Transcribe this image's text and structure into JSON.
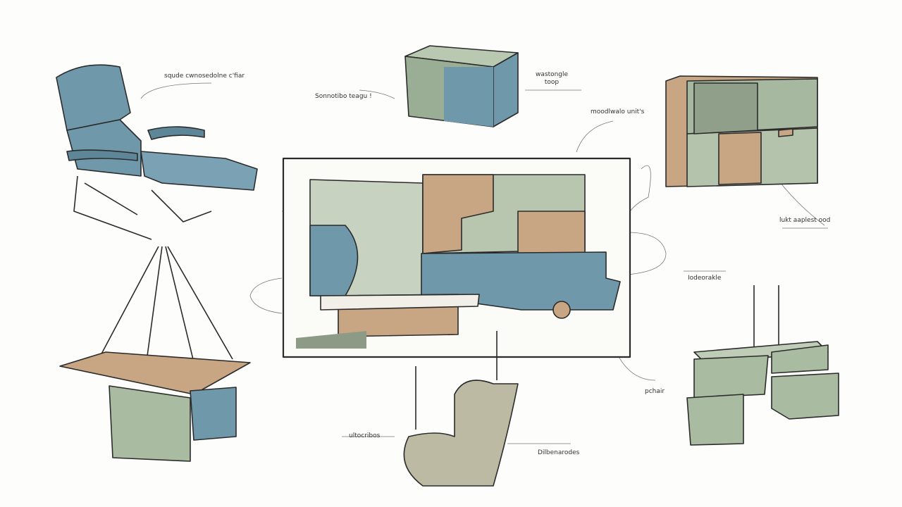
{
  "labels": {
    "recliner": "squde cwnosedolne c'fiar",
    "side_table": "Sonnotibo teagu !",
    "cube_ottoman": "wastongle\ntoop",
    "modular_units": "moodlwalo unit's",
    "shelf_right": "lukt aaplest ood",
    "center_table": "Iodeorakle",
    "desk_chair": "pchair",
    "swing_left": "ultocribos",
    "swing_right": "Dilbenarodes"
  },
  "colors": {
    "blue": "#6f98ab",
    "sage": "#aebfa6",
    "tan": "#c8a583",
    "ink": "#2b2b2b"
  }
}
